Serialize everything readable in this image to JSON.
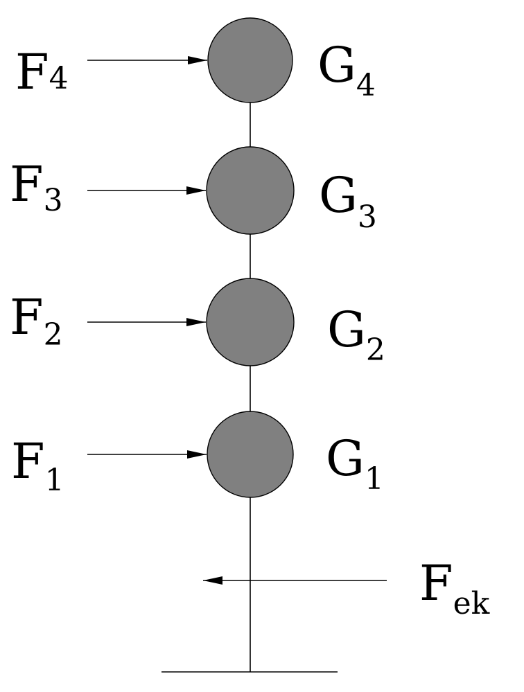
{
  "colors": {
    "mass_fill": "#808080",
    "stroke": "#000000",
    "background": "#ffffff"
  },
  "masses": [
    {
      "id": "G4",
      "main": "G",
      "sub": "4"
    },
    {
      "id": "G3",
      "main": "G",
      "sub": "3"
    },
    {
      "id": "G2",
      "main": "G",
      "sub": "2"
    },
    {
      "id": "G1",
      "main": "G",
      "sub": "1"
    }
  ],
  "forces": [
    {
      "id": "F4",
      "main": "F",
      "sub": "4"
    },
    {
      "id": "F3",
      "main": "F",
      "sub": "3"
    },
    {
      "id": "F2",
      "main": "F",
      "sub": "2"
    },
    {
      "id": "F1",
      "main": "F",
      "sub": "1"
    }
  ],
  "base_force": {
    "id": "Fek",
    "main": "F",
    "sub": "ek"
  }
}
